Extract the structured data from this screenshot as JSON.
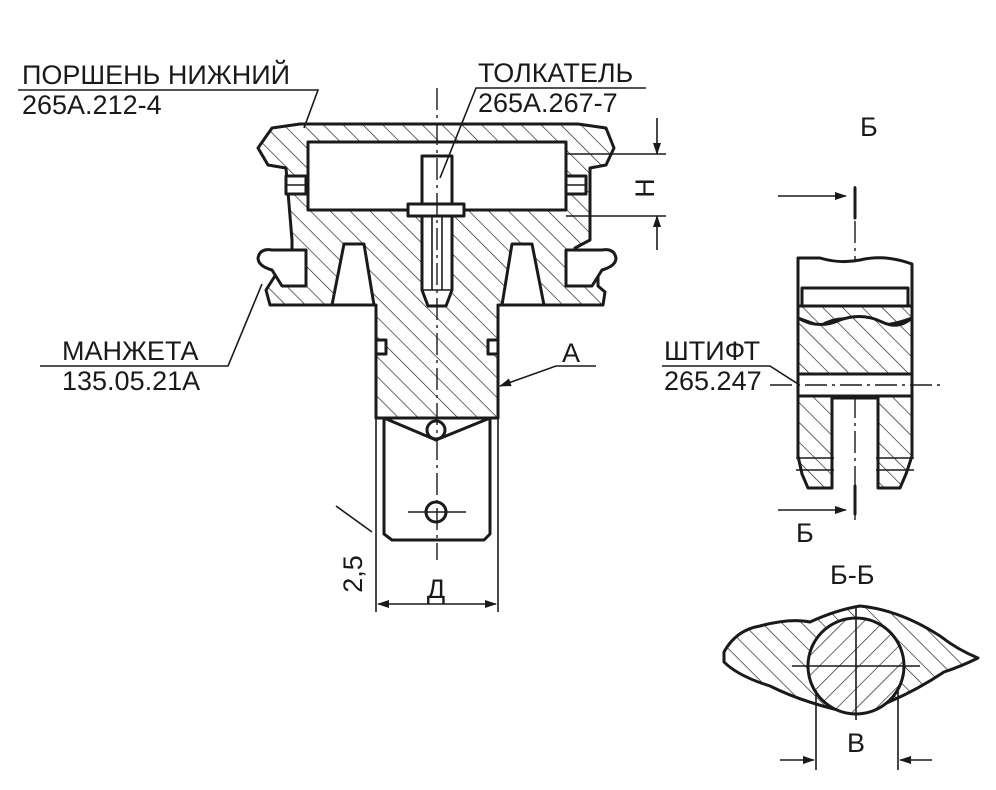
{
  "labels": {
    "lower_piston_title": "ПОРШЕНЬ НИЖНИЙ",
    "lower_piston_code": "265А.212-4",
    "pusher_title": "ТОЛКАТЕЛЬ",
    "pusher_code": "265А.267-7",
    "cuff_title": "МАНЖЕТА",
    "cuff_code": "135.05.21А",
    "pin_title": "ШТИФТ",
    "pin_code": "265.247",
    "view_a": "А",
    "section_mark": "Б",
    "section_mark_bottom": "Б",
    "view_b_title": "Б",
    "section_title": "Б-Б"
  },
  "dimensions": {
    "height": "Н",
    "width_d": "Д",
    "offset": "2,5",
    "width_v": "В"
  }
}
